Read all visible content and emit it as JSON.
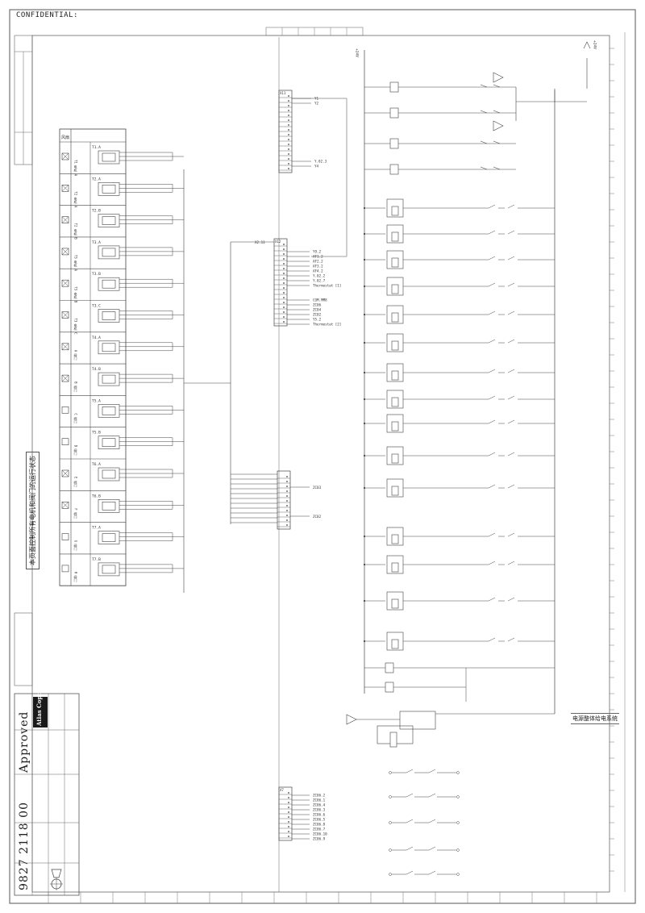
{
  "header": {
    "confidential": "CONFIDENTIAL:"
  },
  "title_block": {
    "approval": "Approved",
    "doc_number": "9827 2118 00",
    "company": "Atlas Copco"
  },
  "left_panel": {
    "header_label": "风扇",
    "modules": [
      {
        "tag": "T1.A",
        "label": "T1 电机 A"
      },
      {
        "tag": "T2.A",
        "label": "T2 电机 A"
      },
      {
        "tag": "T2.B",
        "label": "T2 电机 B"
      },
      {
        "tag": "T3.A",
        "label": "T3 电机 A"
      },
      {
        "tag": "T3.B",
        "label": "T3 电机 B"
      },
      {
        "tag": "T3.C",
        "label": "T3 电机 C"
      },
      {
        "tag": "T4.A",
        "label": "A 阀门"
      },
      {
        "tag": "T4.B",
        "label": "B 阀门"
      },
      {
        "tag": "T5.A",
        "label": "C 阀门"
      },
      {
        "tag": "T5.B",
        "label": "D 阀门"
      },
      {
        "tag": "T6.A",
        "label": "E 阀门"
      },
      {
        "tag": "T6.B",
        "label": "F 阀门"
      },
      {
        "tag": "T7.A",
        "label": "G 阀门"
      },
      {
        "tag": "T7.B",
        "label": "H 阀门"
      }
    ],
    "note": "本页面控制所有电机和阀门的运行状态"
  },
  "connector_upper": {
    "tag": "X11",
    "outputs": [
      "Y1",
      "Y2",
      "Y.02.3",
      "Y4"
    ]
  },
  "connector_mid": {
    "tag": "X12",
    "input": "X2.11",
    "outputs": [
      "Y9.2",
      "AF1.2",
      "AF2.2",
      "AF3.2",
      "AF4.2",
      "Y.02.2",
      "Y.02.7",
      "Thermostat [1]",
      "COM.MM8",
      "ZC06",
      "ZC04",
      "ZC02",
      "Y5.2",
      "Thermostat [2]"
    ]
  },
  "connector_bus": {
    "labels": [
      "ZC03",
      "ZC02"
    ]
  },
  "connector_lower": {
    "tag": "X7",
    "outputs": [
      "ZC06.2",
      "ZC06.1",
      "ZC06.4",
      "ZC06.3",
      "ZC06.6",
      "ZC06.5",
      "ZC06.8",
      "ZC06.7",
      "ZC06.10",
      "ZC06.9"
    ]
  },
  "right_panel": {
    "supply_left": "+24V",
    "supply_right": "+24V",
    "caption": "电源整体给电系统"
  }
}
